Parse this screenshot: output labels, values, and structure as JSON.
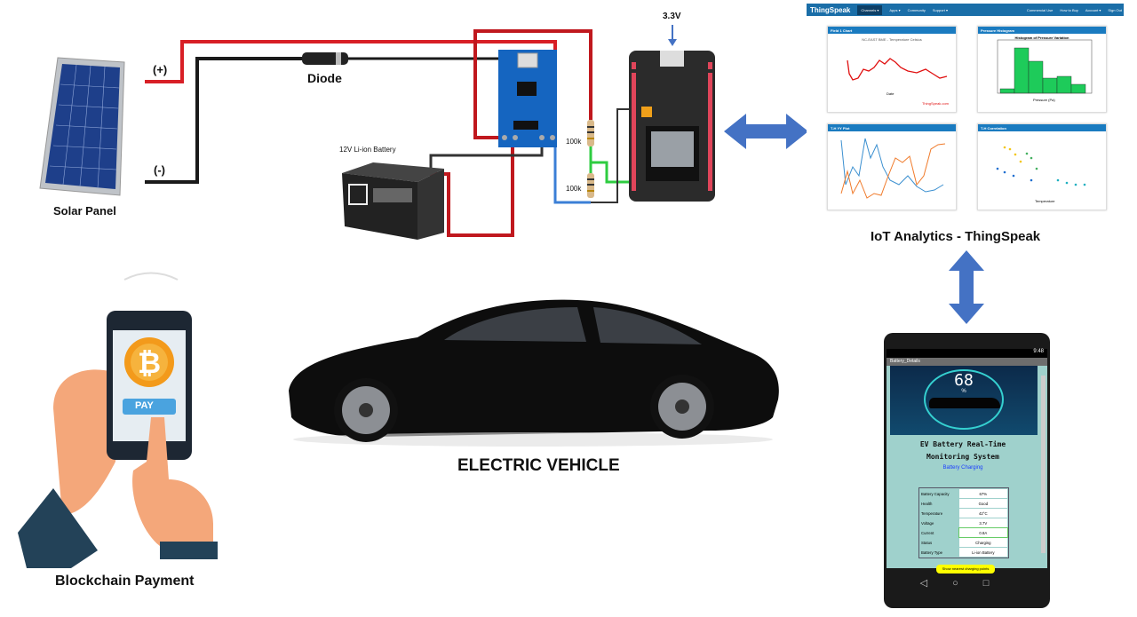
{
  "labels": {
    "solar_panel": "Solar Panel",
    "plus": "(+)",
    "minus": "(-)",
    "diode": "Diode",
    "battery": "12V Li-ion Battery",
    "r1": "100k",
    "r2": "100k",
    "v33": "3.3V",
    "iot": "IoT Analytics - ThingSpeak",
    "ev": "ELECTRIC VEHICLE",
    "blockchain": "Blockchain Payment",
    "pay": "PAY"
  },
  "thingspeak": {
    "logo": "ThingSpeak",
    "nav": [
      "Channels ▾",
      "Apps ▾",
      "Community",
      "Support ▾"
    ],
    "nav_right": [
      "Commercial Use",
      "How to Buy",
      "Account ▾",
      "Sign Out"
    ],
    "panels": [
      {
        "title": "Field 1 Chart",
        "chart_title": "NC-EAST BME - Temperature Celsius",
        "xlabel": "Date",
        "credit": "ThingSpeak.com"
      },
      {
        "title": "Pressure Histogram",
        "chart_title": "Histogram of Pressure Variation",
        "xlabel": "Pressure (Pa)"
      },
      {
        "title": "T-H YY Plot"
      },
      {
        "title": "T-H Correlation",
        "xlabel": "Temperature"
      }
    ]
  },
  "app": {
    "time": "9:48",
    "title": "Battery_Details",
    "percent": "68",
    "percent_sign": "%",
    "heading1": "EV Battery Real-Time",
    "heading2": "Monitoring System",
    "status": "Battery Charging",
    "rows": [
      {
        "k": "Battery Capacity",
        "v": "67%"
      },
      {
        "k": "Health",
        "v": "Good"
      },
      {
        "k": "Temperature",
        "v": "42°C"
      },
      {
        "k": "Voltage",
        "v": "3.7V"
      },
      {
        "k": "Current",
        "v": "0.8A"
      },
      {
        "k": "Status",
        "v": "Charging"
      },
      {
        "k": "Battery Type",
        "v": "Li-ion Battery"
      }
    ],
    "button": "Show nearest charging points"
  },
  "colors": {
    "wire_pos": "#d81f26",
    "wire_neg": "#1a1a1a",
    "arrow": "#4472c4",
    "board": "#1565c0",
    "ts_nav": "#1a6ea8"
  }
}
